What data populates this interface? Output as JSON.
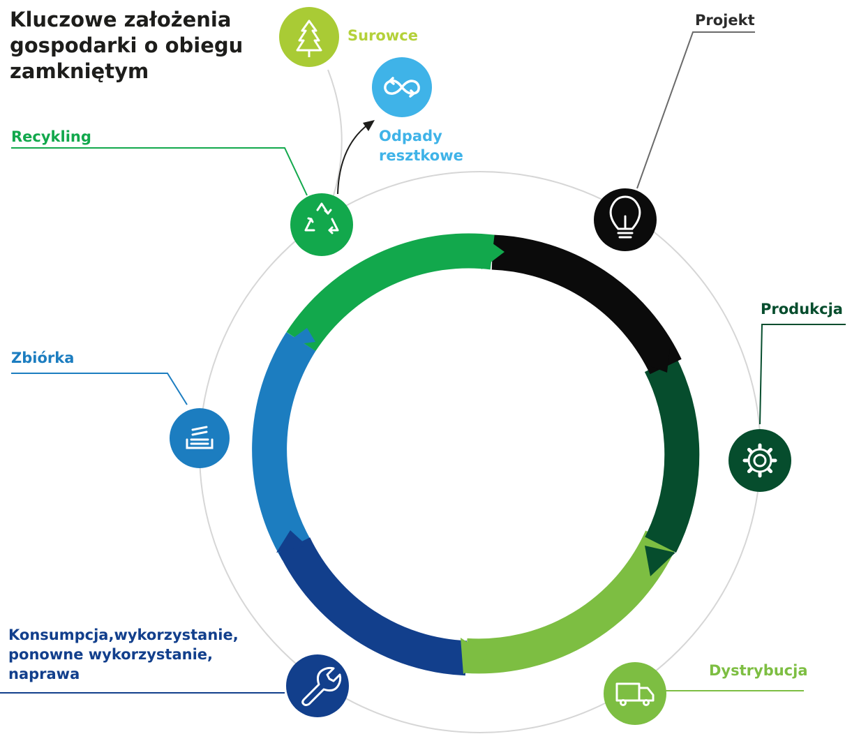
{
  "title": {
    "line1": "Kluczowe założenia",
    "line2": "gospodarki o obiegu",
    "line3": "zamkniętym"
  },
  "colors": {
    "black": "#0b0b0b",
    "dark_green": "#064d2d",
    "light_green": "#7dbe42",
    "green": "#12a84c",
    "blue": "#1c7dc0",
    "navy": "#123f8c",
    "lime": "#a9cb35",
    "sky_blue": "#3fb3e8",
    "ring_gray": "#d6d6d6",
    "line_gray": "#6a6a6a"
  },
  "stages": {
    "projekt": {
      "label": "Projekt",
      "icon": "lightbulb-icon"
    },
    "produkcja": {
      "label": "Produkcja",
      "icon": "gear-icon"
    },
    "dystrybucja": {
      "label": "Dystrybucja",
      "icon": "truck-icon"
    },
    "konsumpcja": {
      "line1": "Konsumpcja,wykorzystanie,",
      "line2": "ponowne wykorzystanie,",
      "line3": "naprawa",
      "icon": "wrench-icon"
    },
    "zbiorka": {
      "label": "Zbiórka",
      "icon": "stacked-layers-icon"
    },
    "recykling": {
      "label": "Recykling",
      "icon": "recycle-icon"
    },
    "surowce": {
      "label": "Surowce",
      "icon": "tree-icon"
    },
    "odpady": {
      "line1": "Odpady",
      "line2": "resztkowe",
      "icon": "infinity-arrows-icon"
    }
  }
}
